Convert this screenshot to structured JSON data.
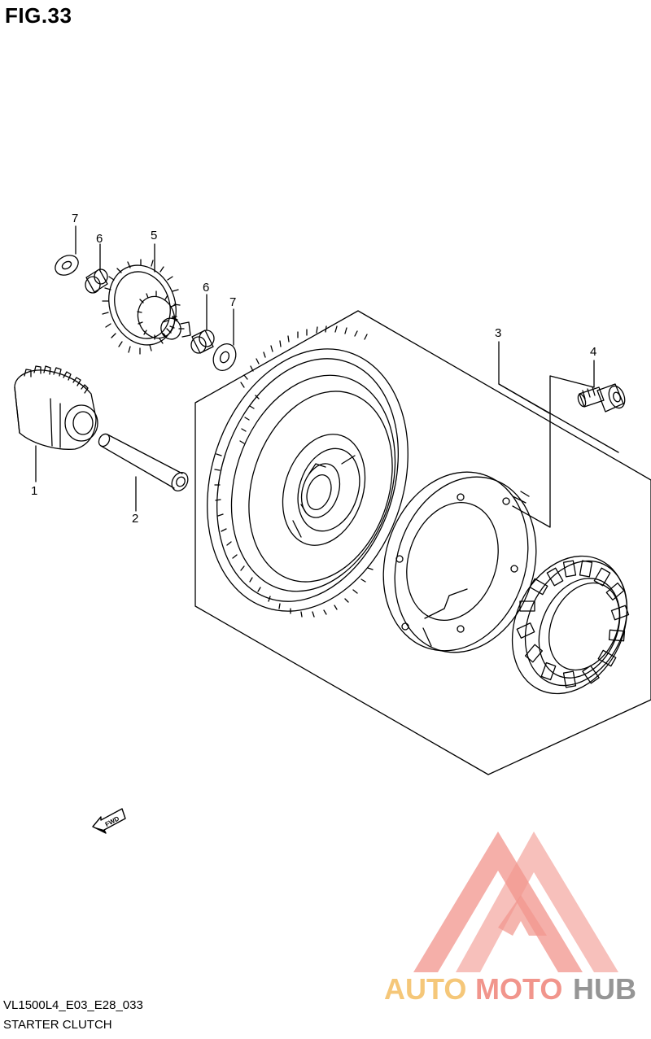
{
  "figure": {
    "title": "FIG.33",
    "code": "VL1500L4_E03_E28_033",
    "name": "STARTER CLUTCH"
  },
  "callouts": [
    {
      "id": "1"
    },
    {
      "id": "2"
    },
    {
      "id": "3"
    },
    {
      "id": "4"
    },
    {
      "id": "5"
    },
    {
      "id": "6"
    },
    {
      "id": "7"
    }
  ],
  "direction_label": "FWD",
  "watermark": {
    "part1": "AUTO",
    "part2": "MOTO",
    "part3": "HUB",
    "colors": {
      "auto": "#f5c26b",
      "moto": "#f08a80",
      "hub": "#8a8a8a",
      "logo": "#f08a80"
    }
  }
}
